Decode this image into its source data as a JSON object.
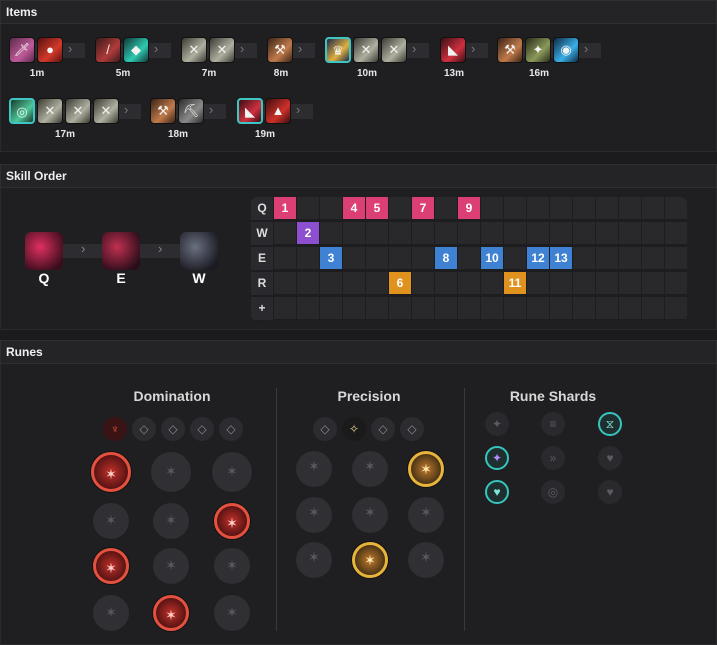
{
  "sections": {
    "items": "Items",
    "skill_order": "Skill Order",
    "runes": "Runes"
  },
  "items": {
    "groups": [
      {
        "time": "1m",
        "icons": [
          "dagger-icon",
          "potion-icon"
        ]
      },
      {
        "time": "5m",
        "icons": [
          "sword-icon",
          "crystal-icon"
        ]
      },
      {
        "time": "7m",
        "icons": [
          "crossed-swords-icon",
          "crossed-swords-icon"
        ]
      },
      {
        "time": "8m",
        "icons": [
          "hammer-icon"
        ]
      },
      {
        "time": "10m",
        "icons": [
          "crown-icon",
          "crossed-swords-icon",
          "crossed-swords-icon"
        ]
      },
      {
        "time": "13m",
        "icons": [
          "boots-icon"
        ]
      },
      {
        "time": "16m",
        "icons": [
          "hammer-icon",
          "beast-icon",
          "orb-icon"
        ]
      },
      {
        "time": "17m",
        "icons": [
          "eye-ward-icon",
          "crossed-swords-icon",
          "crossed-swords-icon",
          "crossed-swords-icon"
        ]
      },
      {
        "time": "18m",
        "icons": [
          "hammer-icon",
          "pickaxe-icon"
        ]
      },
      {
        "time": "19m",
        "icons": [
          "boots-icon",
          "helm-icon"
        ]
      }
    ]
  },
  "skills": {
    "order_icons": [
      {
        "key": "Q",
        "icon": "q-ability-icon"
      },
      {
        "key": "E",
        "icon": "e-ability-icon"
      },
      {
        "key": "W",
        "icon": "w-ability-icon"
      }
    ],
    "row_labels": [
      "Q",
      "W",
      "E",
      "R",
      "+"
    ],
    "levels": [
      {
        "row": 0,
        "col": 0,
        "label": "1"
      },
      {
        "row": 1,
        "col": 1,
        "label": "2"
      },
      {
        "row": 2,
        "col": 2,
        "label": "3"
      },
      {
        "row": 0,
        "col": 3,
        "label": "4"
      },
      {
        "row": 0,
        "col": 4,
        "label": "5"
      },
      {
        "row": 3,
        "col": 5,
        "label": "6"
      },
      {
        "row": 0,
        "col": 6,
        "label": "7"
      },
      {
        "row": 2,
        "col": 7,
        "label": "8"
      },
      {
        "row": 0,
        "col": 8,
        "label": "9"
      },
      {
        "row": 2,
        "col": 9,
        "label": "10"
      },
      {
        "row": 3,
        "col": 10,
        "label": "11"
      },
      {
        "row": 2,
        "col": 11,
        "label": "12"
      },
      {
        "row": 2,
        "col": 12,
        "label": "13"
      }
    ]
  },
  "runes": {
    "primary": {
      "title": "Domination",
      "path_icons": [
        "domination-icon",
        "precision-path-icon",
        "sorcery-path-icon",
        "resolve-path-icon",
        "inspiration-path-icon"
      ],
      "path_active": 0
    },
    "secondary": {
      "title": "Precision",
      "path_icons": [
        "domination-path-icon",
        "precision-icon",
        "resolve-path-icon",
        "inspiration-path-icon"
      ],
      "path_active": 1
    },
    "shards": {
      "title": "Rune Shards"
    },
    "colors": {
      "accent_teal": "#35c6bd",
      "domination_red": "#e2523f",
      "precision_gold": "#e6b43a"
    }
  }
}
